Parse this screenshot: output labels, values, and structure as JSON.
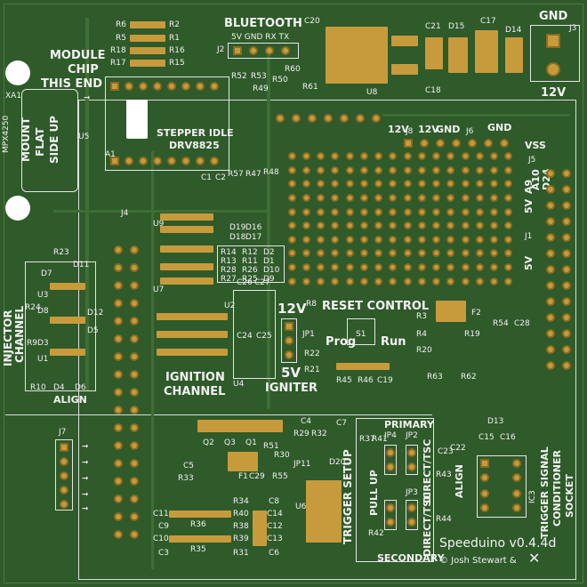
{
  "board": {
    "bluetooth": "BLUETOOTH",
    "bt_pins": "5V GND RX TX",
    "module_chip": [
      "MODULE",
      "CHIP",
      "THIS END"
    ],
    "mount_flat": [
      "MOUNT",
      "FLAT",
      "SIDE UP"
    ],
    "stepper_idle": "STEPPER IDLE",
    "driver": "DRV8825",
    "gnd": "GND",
    "v12": "12V",
    "reset_control": "RESET CONTROL",
    "prog": "Prog",
    "run": "Run",
    "ignition": "IGNITION",
    "channel": "CHANNEL",
    "igniter": "IGNITER",
    "v5": "5V",
    "injector": "INJECTOR",
    "inj_channel": "CHANNEL",
    "align": "ALIGN",
    "primary": "PRIMARY",
    "secondary": "SECONDARY",
    "trigger_setup": "TRIGGER SETUP",
    "pull_up": "PULL UP",
    "direct_tsc": "DIRECT/TSC",
    "trigger_signal": [
      "TRIGGER SIGNAL",
      "CONDITIONER",
      "SOCKET"
    ],
    "title": "Speeduino v0.4.4d",
    "copyright": "© Josh Stewart &",
    "mpx": "MPX4250",
    "xa1": "XA1",
    "labels": {
      "r6": "R6",
      "r5": "R5",
      "r18": "R18",
      "r17": "R17",
      "r2": "R2",
      "r1": "R1",
      "r16": "R16",
      "r15": "R15",
      "c20": "C20",
      "c21": "C21",
      "d15": "D15",
      "c17": "C17",
      "d14": "D14",
      "j3": "J3",
      "j2": "J2",
      "r52": "R52",
      "r53": "R53",
      "r49": "R49",
      "r50": "R50",
      "r60": "R60",
      "r61": "R61",
      "u8": "U8",
      "c18": "C18",
      "u5": "U5",
      "a1": "A1",
      "c1": "C1",
      "c2": "C2",
      "r57": "R57",
      "r47": "R47",
      "r48": "R48",
      "d19": "D19",
      "d16": "D16",
      "d18": "D18",
      "d17": "D17",
      "r14": "R14",
      "r12": "R12",
      "d2": "D2",
      "r13": "R13",
      "r11": "R11",
      "d1": "D1",
      "r28": "R28",
      "r26": "R26",
      "d10": "D10",
      "r27": "R27",
      "r25": "R25",
      "d9": "D9",
      "j4": "J4",
      "u9": "U9",
      "u7": "U7",
      "u2": "U2",
      "u4": "U4",
      "c26": "C26",
      "c27": "C27",
      "c24": "C24",
      "c25": "C25",
      "r23": "R23",
      "d11": "D11",
      "d7": "D7",
      "d8": "D8",
      "d3": "D3",
      "d4": "D4",
      "d6": "D6",
      "d5": "D5",
      "d12": "D12",
      "u3": "U3",
      "u1": "U1",
      "r10": "R10",
      "r24": "R24",
      "r9": "R9",
      "r8": "R8",
      "jp1": "JP1",
      "r22": "R22",
      "r21": "R21",
      "s1": "S1",
      "r45": "R45",
      "r46": "R46",
      "c19": "C19",
      "r3": "R3",
      "r4": "R4",
      "r19": "R19",
      "r20": "R20",
      "f2": "F2",
      "r54": "R54",
      "c28": "C28",
      "r63": "R63",
      "r62": "R62",
      "d13": "D13",
      "j1": "J1",
      "j5": "J5",
      "j6": "J6",
      "j8": "J8",
      "vss": "VSS",
      "a10": "A10",
      "d24": "D24",
      "a9": "A9",
      "v5a": "5V",
      "j7": "J7",
      "q2": "Q2",
      "q3": "Q3",
      "q1": "Q1",
      "r51": "R51",
      "r30": "R30",
      "c5": "C5",
      "r33": "R33",
      "f1": "F1",
      "c29": "C29",
      "r55": "R55",
      "jp11": "JP11",
      "c4": "C4",
      "r29": "R29",
      "r32": "R32",
      "c7": "C7",
      "r37": "R37",
      "r41": "R41",
      "d20": "D20",
      "jp4": "JP4",
      "jp2": "JP2",
      "jp3": "JP3",
      "c22": "C22",
      "c23": "C23",
      "r43": "R43",
      "r44": "R44",
      "r42": "R42",
      "c15": "C15",
      "c16": "C16",
      "ic3": "IC3",
      "u6": "U6",
      "c11": "C11",
      "c9": "C9",
      "c10": "C10",
      "c3": "C3",
      "r36": "R36",
      "r35": "R35",
      "r34": "R34",
      "r40": "R40",
      "r38": "R38",
      "r39": "R39",
      "r31": "R31",
      "c8": "C8",
      "c14": "C14",
      "c12": "C12",
      "c13": "C13",
      "c6": "C6"
    }
  }
}
